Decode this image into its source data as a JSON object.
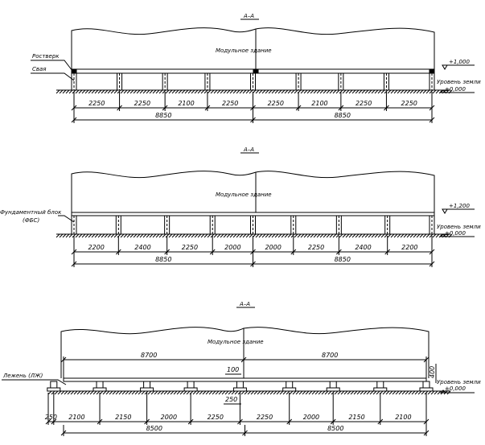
{
  "sections": [
    {
      "title": "А–А",
      "building_label": "Модульное здание",
      "labels": [
        "Ростверк",
        "Свая"
      ],
      "elevation_top": "+1,000",
      "ground_label": "Уровень земли",
      "ground_elev": "±0,000",
      "spans": [
        "2250",
        "2250",
        "2100",
        "2250",
        "2250",
        "2100",
        "2250",
        "2250"
      ],
      "totals": [
        "8850",
        "8850"
      ]
    },
    {
      "title": "А–А",
      "building_label": "Модульное здание",
      "labels": [
        "Фундаментный блок",
        "(ФБС)"
      ],
      "elevation_top": "+1,200",
      "ground_label": "Уровень земли",
      "ground_elev": "±0,000",
      "spans": [
        "2200",
        "2400",
        "2250",
        "2000",
        "2000",
        "2250",
        "2400",
        "2200"
      ],
      "totals": [
        "8850",
        "8850"
      ]
    },
    {
      "title": "А–А",
      "building_label": "Модульное здание",
      "labels": [
        "Лежень (ЛЖ)"
      ],
      "ground_label": "Уровень земли",
      "ground_elev": "±0,000",
      "upper_spans": [
        "8700",
        "8700"
      ],
      "spans": [
        "250",
        "2100",
        "2150",
        "2000",
        "2250",
        "2250",
        "2000",
        "2150",
        "2100"
      ],
      "totals": [
        "8500",
        "8500"
      ],
      "extra_dims": [
        "100",
        "400",
        "250"
      ]
    }
  ]
}
